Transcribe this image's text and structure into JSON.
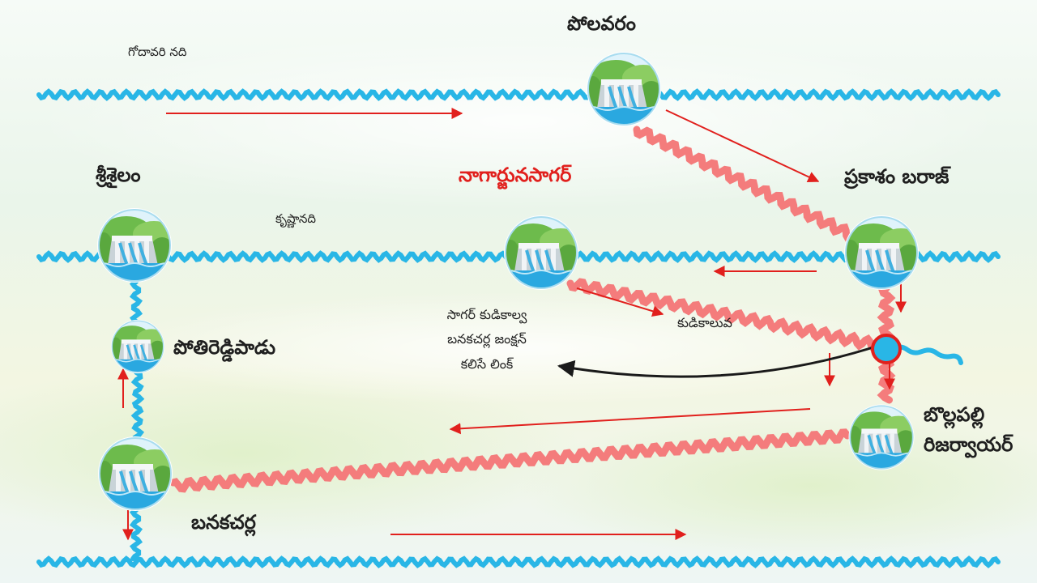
{
  "labels": {
    "godavari_river": "గోదావరి నది",
    "krishna_river": "కృష్ణానది",
    "polavaram": "పోలవరం",
    "srisailam": "శ్రీశైలం",
    "nagarjuna_sagar": "నాగార్జునసాగర్",
    "prakasam_barrage": "ప్రకాశం బరాజ్",
    "pothireddypadu": "పోతిరెడ్డిపాడు",
    "kudikaluva": "కుడికాలువ",
    "link_line1": "సాగర్ కుడికాల్వ",
    "link_line2": "బనకచర్ల జంక్షన్",
    "link_line3": "కలిసే లింక్",
    "bollapalli_line1": "బొల్లపల్లి",
    "bollapalli_line2": "రిజర్వాయర్",
    "banakacherla": "బనకచర్ల"
  },
  "colors": {
    "river": "#29b6e6",
    "canal": "#f47c7c",
    "arrow": "#e1201d",
    "link_arrow": "#1a1a1a",
    "text": "#1f1f1f",
    "highlight_text": "#e1201d"
  },
  "icons": [
    "dam-icon"
  ]
}
